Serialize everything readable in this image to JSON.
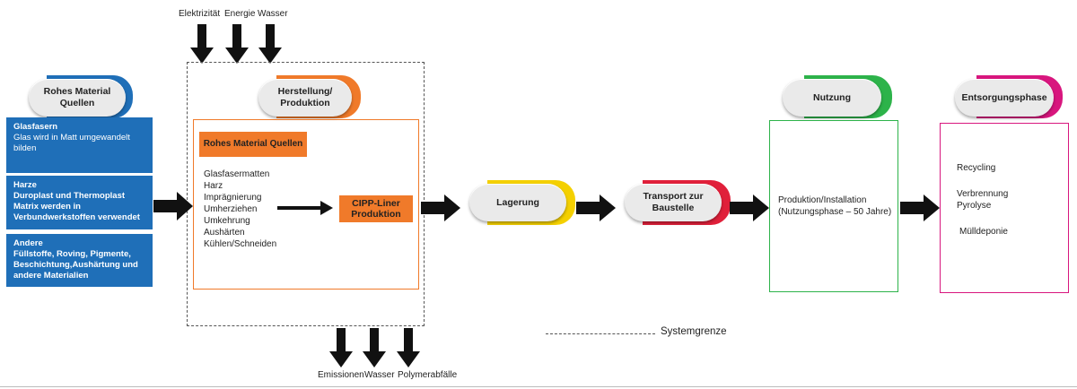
{
  "inputs_top": [
    "Elektrizität",
    "Energie",
    "Wasser"
  ],
  "outputs_bottom": [
    "Emissionen",
    "Wasser",
    "Polymerabfälle"
  ],
  "raw_material": {
    "title": "Rohes Material Quellen",
    "boxes": [
      {
        "heading": "Glasfasern",
        "text": "Glas wird in Matt umgewandelt bilden"
      },
      {
        "heading": "Harze",
        "text": "Duroplast und Thermoplast Matrix werden in Verbundwerkstoffen verwendet"
      },
      {
        "heading": "Andere",
        "text": "Füllstoffe, Roving, Pigmente, Beschichtung,Aushärtung und andere Materialien"
      }
    ]
  },
  "production": {
    "title": "Herstellung/ Produktion",
    "sub_title": "Rohes Material Quellen",
    "steps": [
      "Glasfasermatten",
      "Harz",
      "Imprägnierung",
      "Umherziehen",
      "Umkehrung",
      "Aushärten",
      "Kühlen/Schneiden"
    ],
    "result": "CIPP-Liner Produktion"
  },
  "storage": {
    "title": "Lagerung"
  },
  "transport": {
    "title": "Transport zur Baustelle"
  },
  "use": {
    "title": "Nutzung",
    "text": "Produktion/Installation (Nutzungsphase – 50 Jahre)"
  },
  "disposal": {
    "title": "Entsorgungsphase",
    "items": [
      "Recycling",
      "Verbrennung",
      "Pyrolyse",
      "Mülldeponie"
    ]
  },
  "legend": {
    "system_boundary": "Systemgrenze"
  },
  "colors": {
    "blue": "#1f6fb8",
    "orange": "#f07a2a",
    "yellow": "#f4d000",
    "red": "#e0203a",
    "green": "#2db34a",
    "magenta": "#d8167e"
  }
}
